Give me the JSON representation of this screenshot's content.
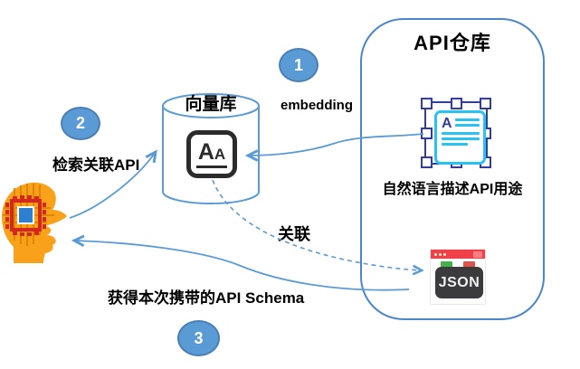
{
  "diagram": {
    "repo_panel": {
      "title": "API仓库"
    },
    "vector_db": {
      "title": "向量库",
      "glyph_large": "A",
      "glyph_small": "A"
    },
    "doc_icon": {
      "letter": "A",
      "caption": "自然语言描述API用途"
    },
    "json_icon": {
      "text": "JSON"
    },
    "steps": {
      "one": {
        "number": "1",
        "label": "embedding"
      },
      "two": {
        "number": "2",
        "label": "检索关联API"
      },
      "three": {
        "number": "3",
        "label": "获得本次携带的API Schema"
      }
    },
    "edge_labels": {
      "assoc": "关联"
    },
    "colors": {
      "arrow_blue": "#5b9bd5",
      "panel_border": "#4a86c8",
      "circle_fill": "#5b9bd5",
      "selection_frame_navy": "#333d9e",
      "doc_cyan": "#27c3f3",
      "json_red": "#ee4149",
      "json_dark": "#3b3b3d",
      "head_orange": "#f9a11b",
      "chip_red": "#d2281e",
      "chip_blue": "#2e7fd0"
    }
  }
}
